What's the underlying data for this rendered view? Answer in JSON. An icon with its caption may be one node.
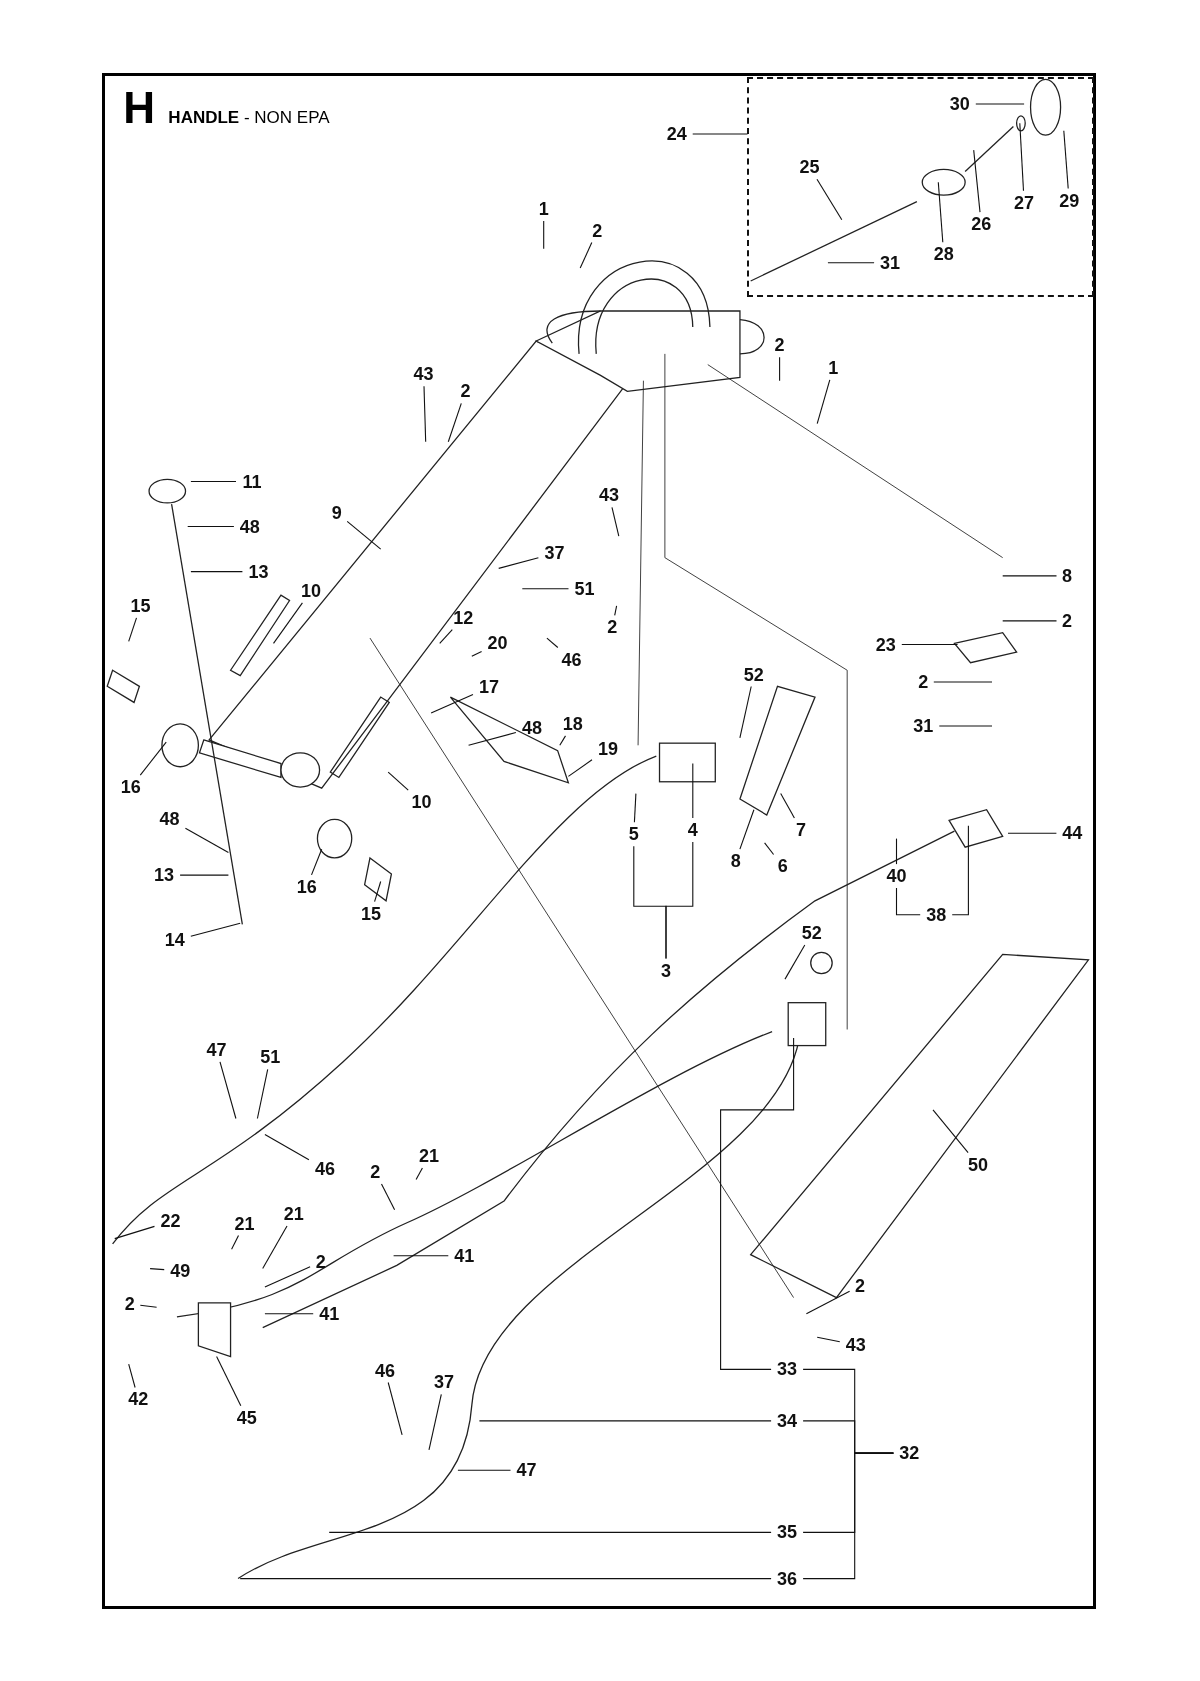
{
  "diagram": {
    "title": "**HANDLE** - NON EPA",
    "labels": [
      "H"
    ],
    "nodes": [
      {
        "text": [],
        "shape": "box"
      },
      {
        "text": [
          "30"
        ],
        "in": 0
      },
      {
        "text": [
          "24"
        ]
      },
      {
        "text": [
          "25"
        ],
        "in": 0
      },
      {
        "text": [
          "27"
        ],
        "in": 0
      },
      {
        "text": [
          "29"
        ],
        "in": 0
      },
      {
        "text": [
          "26"
        ],
        "in": 0
      },
      {
        "text": [
          "28"
        ],
        "in": 0
      },
      {
        "text": [
          "31"
        ],
        "in": 0
      },
      {
        "text": [
          "1"
        ]
      },
      {
        "text": [
          "2"
        ]
      },
      {
        "text": [
          "2"
        ]
      },
      {
        "text": [
          "1"
        ]
      },
      {
        "text": [
          "43"
        ]
      },
      {
        "text": [
          "2"
        ]
      },
      {
        "text": [
          "11"
        ]
      },
      {
        "text": [
          "48"
        ]
      },
      {
        "text": [
          "9"
        ]
      },
      {
        "text": [
          "43"
        ]
      },
      {
        "text": [
          "13"
        ]
      },
      {
        "text": [
          "37"
        ]
      },
      {
        "text": [
          "51"
        ]
      },
      {
        "text": [
          "8"
        ]
      },
      {
        "text": [
          "2"
        ]
      },
      {
        "text": [
          "10"
        ]
      },
      {
        "text": [
          "15"
        ]
      },
      {
        "text": [
          "12"
        ]
      },
      {
        "text": [
          "2"
        ]
      },
      {
        "text": [
          "20"
        ]
      },
      {
        "text": [
          "23"
        ]
      },
      {
        "text": [
          "46"
        ]
      },
      {
        "text": [
          "17"
        ]
      },
      {
        "text": [
          "52"
        ]
      },
      {
        "text": [
          "2"
        ]
      },
      {
        "text": [
          "48"
        ]
      },
      {
        "text": [
          "18"
        ]
      },
      {
        "text": [
          "31"
        ]
      },
      {
        "text": [
          "19"
        ]
      },
      {
        "text": [
          "16"
        ]
      },
      {
        "text": [
          "10"
        ]
      },
      {
        "text": [
          "5"
        ]
      },
      {
        "text": [
          "4"
        ]
      },
      {
        "text": [
          "44"
        ]
      },
      {
        "text": [
          "7"
        ]
      },
      {
        "text": [
          "8"
        ]
      },
      {
        "text": [
          "6"
        ]
      },
      {
        "text": [
          "48"
        ]
      },
      {
        "text": [
          "13"
        ]
      },
      {
        "text": [
          "16"
        ]
      },
      {
        "text": [
          "15"
        ]
      },
      {
        "text": [
          "40"
        ]
      },
      {
        "text": [
          "38"
        ]
      },
      {
        "text": [
          "3"
        ]
      },
      {
        "text": [
          "14"
        ]
      },
      {
        "text": [
          "52"
        ]
      },
      {
        "text": [
          "47"
        ]
      },
      {
        "text": [
          "51"
        ]
      },
      {
        "text": [
          "50"
        ]
      },
      {
        "text": [
          "46"
        ]
      },
      {
        "text": [
          "2"
        ]
      },
      {
        "text": [
          "21"
        ]
      },
      {
        "text": [
          "22"
        ]
      },
      {
        "text": [
          "21"
        ]
      },
      {
        "text": [
          "21"
        ]
      },
      {
        "text": [
          "41"
        ]
      },
      {
        "text": [
          "49"
        ]
      },
      {
        "text": [
          "2"
        ]
      },
      {
        "text": [
          "2"
        ]
      },
      {
        "text": [
          "41"
        ]
      },
      {
        "text": [
          "2"
        ]
      },
      {
        "text": [
          "43"
        ]
      },
      {
        "text": [
          "42"
        ]
      },
      {
        "text": [
          "45"
        ]
      },
      {
        "text": [
          "33"
        ]
      },
      {
        "text": [
          "46"
        ]
      },
      {
        "text": [
          "37"
        ]
      },
      {
        "text": [
          "34"
        ]
      },
      {
        "text": [
          "32"
        ]
      },
      {
        "text": [
          "47"
        ]
      },
      {
        "text": [
          "35"
        ]
      },
      {
        "text": [
          "36"
        ]
      }
    ],
    "edges": [
      {
        "from": 1,
        "to": null,
        "arrow": "none"
      },
      {
        "from": 2,
        "to": 0,
        "arrow": "none"
      },
      {
        "from": 3,
        "to": null,
        "arrow": "none"
      },
      {
        "from": 4,
        "to": null,
        "arrow": "none"
      },
      {
        "from": 5,
        "to": null,
        "arrow": "none"
      },
      {
        "from": 6,
        "to": null,
        "arrow": "none"
      },
      {
        "from": 7,
        "to": null,
        "arrow": "none"
      },
      {
        "from": 8,
        "to": null,
        "arrow": "none"
      },
      {
        "from": 9,
        "to": null,
        "arrow": "none"
      },
      {
        "from": 10,
        "to": null,
        "arrow": "none"
      },
      {
        "from": 11,
        "to": null,
        "arrow": "none"
      },
      {
        "from": 12,
        "to": null,
        "arrow": "none"
      },
      {
        "from": 13,
        "to": null,
        "arrow": "none"
      },
      {
        "from": 14,
        "to": null,
        "arrow": "none"
      },
      {
        "from": 15,
        "to": null,
        "arrow": "none"
      },
      {
        "from": 16,
        "to": null,
        "arrow": "none"
      },
      {
        "from": 17,
        "to": null,
        "arrow": "none"
      },
      {
        "from": 18,
        "to": null,
        "arrow": "none"
      },
      {
        "from": 19,
        "to": null,
        "arrow": "none"
      },
      {
        "from": 20,
        "to": null,
        "arrow": "none"
      },
      {
        "from": 21,
        "to": null,
        "arrow": "none"
      },
      {
        "from": 22,
        "to": null,
        "arrow": "none"
      },
      {
        "from": 23,
        "to": null,
        "arrow": "none"
      },
      {
        "from": 24,
        "to": null,
        "arrow": "none"
      },
      {
        "from": 25,
        "to": null,
        "arrow": "none"
      },
      {
        "from": 26,
        "to": null,
        "arrow": "none"
      },
      {
        "from": 27,
        "to": null,
        "arrow": "none"
      },
      {
        "from": 28,
        "to": null,
        "arrow": "none"
      },
      {
        "from": 29,
        "to": null,
        "arrow": "none"
      },
      {
        "from": 30,
        "to": null,
        "arrow": "none"
      },
      {
        "from": 31,
        "to": null,
        "arrow": "none"
      },
      {
        "from": 32,
        "to": null,
        "arrow": "none"
      },
      {
        "from": 33,
        "to": null,
        "arrow": "none"
      },
      {
        "from": 34,
        "to": null,
        "arrow": "none"
      },
      {
        "from": 35,
        "to": null,
        "arrow": "none"
      },
      {
        "from": 36,
        "to": null,
        "arrow": "none"
      },
      {
        "from": 37,
        "to": null,
        "arrow": "none"
      },
      {
        "from": 38,
        "to": null,
        "arrow": "none"
      },
      {
        "from": 39,
        "to": null,
        "arrow": "none"
      },
      {
        "from": 40,
        "to": null,
        "arrow": "none"
      },
      {
        "from": 41,
        "to": null,
        "arrow": "none"
      },
      {
        "from": 42,
        "to": null,
        "arrow": "none"
      },
      {
        "from": 43,
        "to": null,
        "arrow": "none"
      },
      {
        "from": 44,
        "to": null,
        "arrow": "none"
      },
      {
        "from": 45,
        "to": null,
        "arrow": "none"
      },
      {
        "from": 46,
        "to": null,
        "arrow": "none"
      },
      {
        "from": 47,
        "to": null,
        "arrow": "none"
      },
      {
        "from": 48,
        "to": null,
        "arrow": "none"
      },
      {
        "from": 49,
        "to": null,
        "arrow": "none"
      },
      {
        "from": 50,
        "to": null,
        "arrow": "none"
      },
      {
        "from": 51,
        "to": null,
        "arrow": "none"
      },
      {
        "from": 53,
        "to": null,
        "arrow": "none"
      },
      {
        "from": 54,
        "to": null,
        "arrow": "none"
      },
      {
        "from": 55,
        "to": null,
        "arrow": "none"
      },
      {
        "from": 56,
        "to": null,
        "arrow": "none"
      },
      {
        "from": 57,
        "to": null,
        "arrow": "none"
      },
      {
        "from": 58,
        "to": null,
        "arrow": "none"
      },
      {
        "from": 59,
        "to": null,
        "arrow": "none"
      },
      {
        "from": 60,
        "to": null,
        "arrow": "none"
      },
      {
        "from": 61,
        "to": null,
        "arrow": "none"
      },
      {
        "from": 62,
        "to": null,
        "arrow": "none"
      },
      {
        "from": 63,
        "to": null,
        "arrow": "none"
      },
      {
        "from": 64,
        "to": null,
        "arrow": "none"
      },
      {
        "from": 65,
        "to": null,
        "arrow": "none"
      },
      {
        "from": 66,
        "to": null,
        "arrow": "none"
      },
      {
        "from": 67,
        "to": null,
        "arrow": "none"
      },
      {
        "from": 68,
        "to": null,
        "arrow": "none"
      },
      {
        "from": 69,
        "to": null,
        "arrow": "none"
      },
      {
        "from": 70,
        "to": null,
        "arrow": "none"
      },
      {
        "from": 71,
        "to": null,
        "arrow": "none"
      },
      {
        "from": 72,
        "to": null,
        "arrow": "none"
      },
      {
        "from": 73,
        "to": null,
        "arrow": "none"
      },
      {
        "from": 74,
        "to": null,
        "arrow": "none"
      },
      {
        "from": 75,
        "to": null,
        "arrow": "none"
      },
      {
        "from": 76,
        "to": null,
        "arrow": "none"
      },
      {
        "from": 78,
        "to": null,
        "arrow": "none"
      },
      {
        "from": 79,
        "to": null,
        "arrow": "none"
      },
      {
        "from": 80,
        "to": null,
        "arrow": "none"
      },
      {
        "from": 40,
        "to": 52,
        "arrow": "none"
      },
      {
        "from": 41,
        "to": 52,
        "arrow": "none"
      },
      {
        "from": 50,
        "to": 51,
        "arrow": "none"
      },
      {
        "from": 73,
        "to": 77,
        "arrow": "none"
      },
      {
        "from": 76,
        "to": 77,
        "arrow": "none"
      },
      {
        "from": 79,
        "to": 77,
        "arrow": "none"
      },
      {
        "from": 80,
        "to": 77,
        "arrow": "none"
      }
    ]
  }
}
